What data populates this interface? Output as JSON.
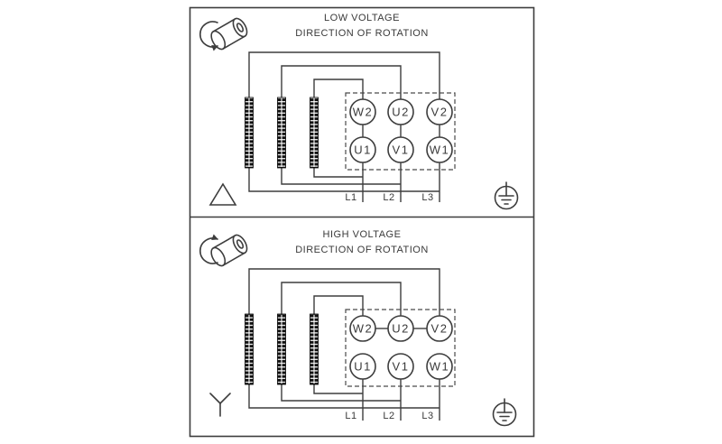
{
  "panels": [
    {
      "title": "LOW VOLTAGE",
      "subtitle": "DIRECTION OF ROTATION",
      "connection_symbol": "delta",
      "rotation_arrow": "counter-clockwise",
      "terminals_top": [
        "W2",
        "U2",
        "V2"
      ],
      "terminals_bottom": [
        "U1",
        "V1",
        "W1"
      ],
      "supply_lines": [
        "L1",
        "L2",
        "L3"
      ]
    },
    {
      "title": "HIGH VOLTAGE",
      "subtitle": "DIRECTION OF ROTATION",
      "connection_symbol": "wye",
      "rotation_arrow": "clockwise",
      "terminals_top": [
        "W2",
        "U2",
        "V2"
      ],
      "terminals_bottom": [
        "U1",
        "V1",
        "W1"
      ],
      "supply_lines": [
        "L1",
        "L2",
        "L3"
      ]
    }
  ],
  "icons": {
    "rotation_arrow": "curved-arrow",
    "motor_shaft": "cylinder",
    "delta_symbol": "triangle-outline",
    "wye_symbol": "y-shape",
    "ground_symbol": "earth-in-circle",
    "terminal_strip": "striped-bar"
  },
  "colors": {
    "line": "#3d3d3d",
    "terminal_strip": "#111111",
    "background": "#ffffff"
  }
}
